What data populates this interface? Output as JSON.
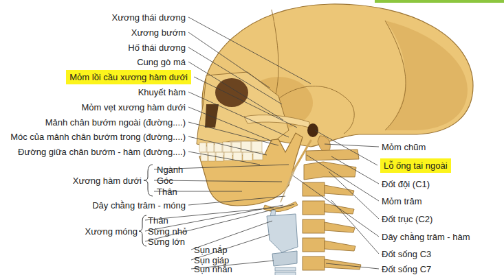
{
  "diagram": {
    "nodes": [
      {
        "text": [
          "Mỏm lồi cầu xương hàm dưới"
        ]
      },
      {
        "text": [
          "Lỗ ống tai ngoài"
        ]
      }
    ],
    "labels": [
      "Xương thái dương",
      "Xương bướm",
      "Hố thái dương",
      "Cung gò má",
      "Khuyết hàm",
      "Mỏm vẹt xương hàm dưới",
      "Mảnh chân bướm ngoài (đường....)",
      "Móc của mảnh chân bướm trong (đường....)",
      "Đường giữa chân bướm - hàm (đường....)",
      "Xương hàm dưới",
      "Ngành",
      "Góc",
      "Thân",
      "Dây chằng trâm - móng",
      "Xương móng",
      "Thân",
      "Sừng nhỏ",
      "Sừng lớn",
      "Sụn nắp",
      "Sụn giáp",
      "Sụn nhẫn",
      "Mỏm chũm",
      "Đốt đội (C1)",
      "Mỏm trâm",
      "Đốt trục (C2)",
      "Dây chằng trâm - hàm",
      "Đốt sống C3",
      "Đốt sống C7"
    ]
  }
}
